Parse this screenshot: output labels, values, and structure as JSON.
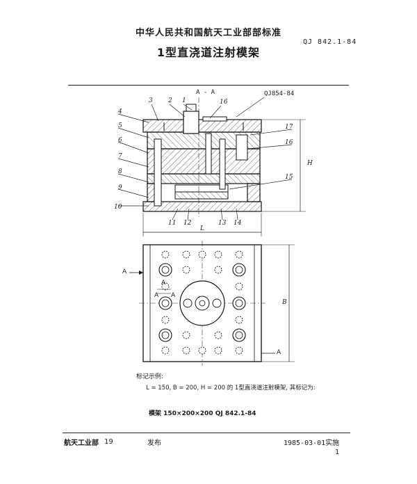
{
  "header": {
    "organization": "中华人民共和国航天工业部部标准",
    "standard_code": "QJ 842.1-84",
    "title": "1型直浇道注射模架"
  },
  "drawing": {
    "section_label": "A - A",
    "reference_standard": "QJ854-84",
    "part_numbers_left": [
      "4",
      "5",
      "6",
      "7",
      "8",
      "9",
      "10"
    ],
    "part_numbers_top": [
      "3",
      "2",
      "1",
      "16"
    ],
    "part_numbers_right": [
      "17",
      "16",
      "15"
    ],
    "part_numbers_bottom": [
      "11",
      "12",
      "13",
      "14"
    ],
    "dimension_H": "H",
    "dimension_L": "L",
    "dimension_B": "B",
    "section_marker_left": "A",
    "section_marker_right": "A",
    "view_marker_a1": "A",
    "view_marker_a2": "A",
    "view_marker_a3": "A"
  },
  "notes": {
    "marking_example_heading": "标记示例:",
    "example_text": "L = 150, B = 200, H = 200 的 1型直浇道注射模架, 其标记为:",
    "designation": "模架 150×200×200   QJ 842.1-84"
  },
  "footer": {
    "issuer": "航天工业部",
    "issue_year": "19",
    "publish_label": "发布",
    "effective_date": "1985-03-01实施",
    "page_number": "1"
  }
}
